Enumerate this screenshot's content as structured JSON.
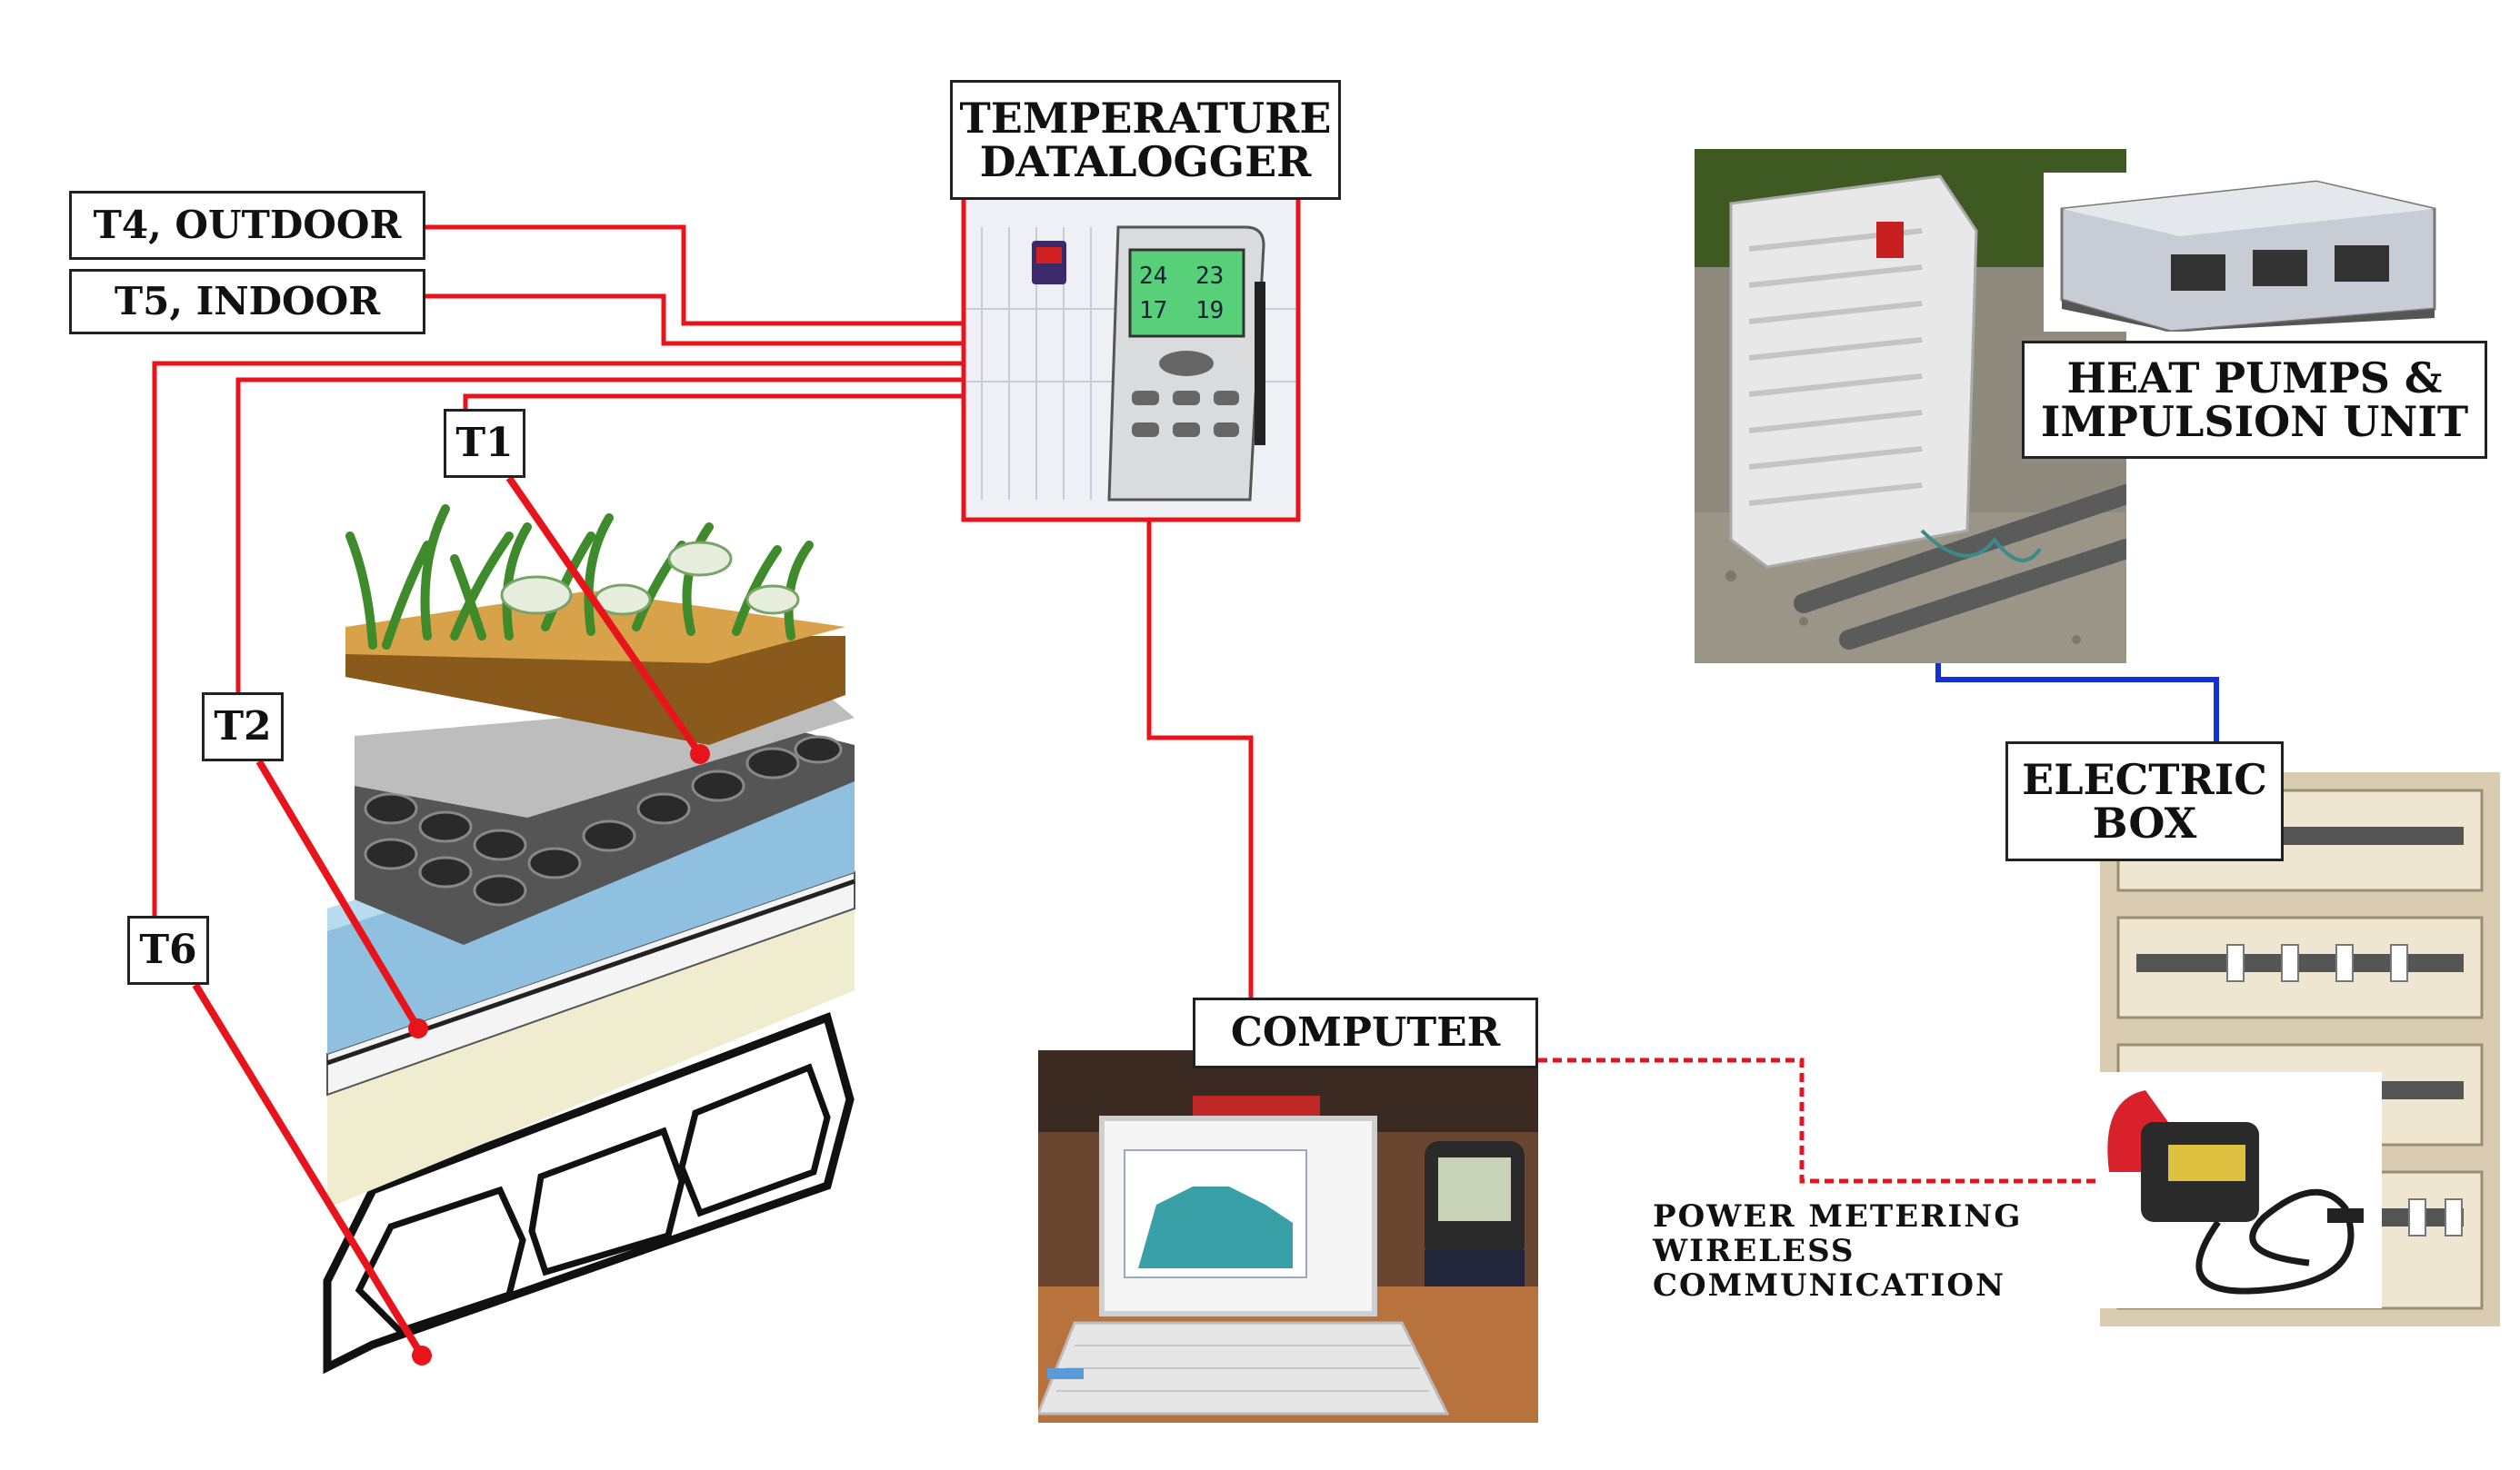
{
  "labels": {
    "datalogger": "TEMPERATURE\nDATALOGGER",
    "t4": "T4, OUTDOOR",
    "t5": "T5, INDOOR",
    "t1": "T1",
    "t2": "T2",
    "t6": "T6",
    "computer": "COMPUTER",
    "heat_pumps": "HEAT PUMPS &\nIMPULSION UNIT",
    "electric_box": "ELECTRIC\nBOX",
    "power_metering": "POWER METERING\nWIRELESS\nCOMMUNICATION"
  },
  "device_screen": {
    "left_top": "24",
    "left_bottom": "17",
    "right_top": "23",
    "right_bottom": "19"
  },
  "colors": {
    "sensor_wire": "#e8141b",
    "power_wire": "#1030d8",
    "wireless_link": "#e8141b"
  }
}
